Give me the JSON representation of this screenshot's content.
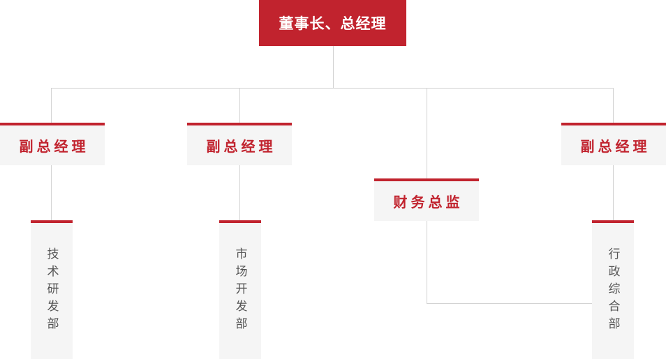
{
  "colors": {
    "accent": "#c1232e",
    "box_bg": "#f5f5f5",
    "line": "#d2d2d2",
    "dept_text": "#555555",
    "root_text": "#ffffff"
  },
  "org": {
    "root": {
      "label": "董事长、总经理"
    },
    "level2": [
      {
        "label": "副总经理"
      },
      {
        "label": "副总经理"
      },
      {
        "label": "财务总监"
      },
      {
        "label": "副总经理"
      }
    ],
    "departments": [
      {
        "label": "技术研发部"
      },
      {
        "label": "市场开发部"
      },
      {
        "label": "行政综合部"
      }
    ]
  }
}
